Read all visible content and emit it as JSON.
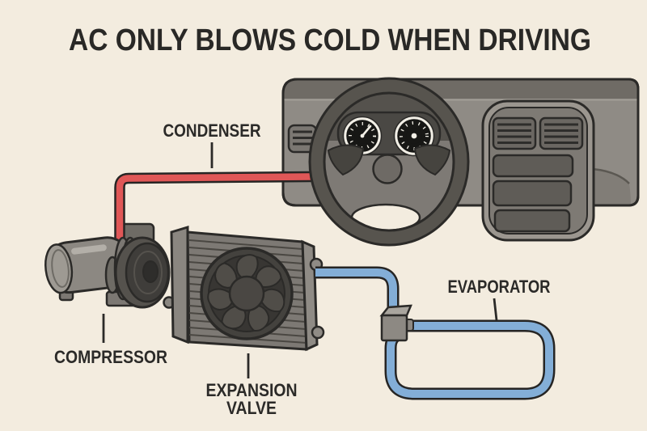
{
  "title": "AC ONLY BLOWS COLD WHEN DRIVING",
  "labels": {
    "condenser": "CONDENSER",
    "compressor": "COMPRESSOR",
    "expansion_valve_line1": "EXPANSION",
    "expansion_valve_line2": "VALVE",
    "evaporator": "EVAPORATOR"
  },
  "colors": {
    "background": "#f3ecdf",
    "ink_outline": "#2b2a28",
    "hot_pipe_red": "#e05757",
    "cold_pipe_blue": "#83aed7",
    "dashboard_gray": "#8f8b85",
    "dashboard_dark_gray": "#6f6b65",
    "wheel_rim_gray": "#57544e",
    "label_text": "#2b2a28"
  }
}
